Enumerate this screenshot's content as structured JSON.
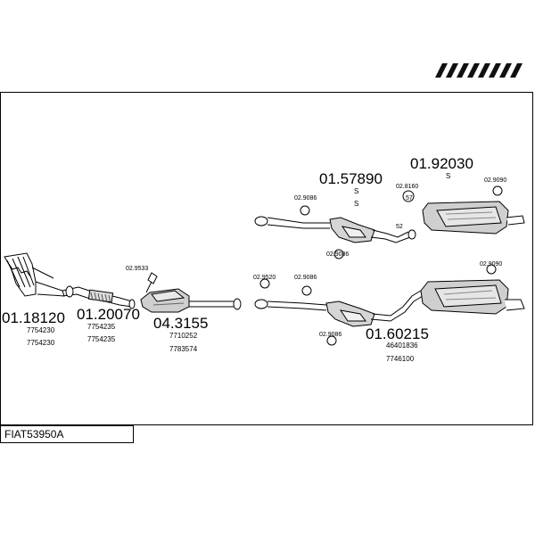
{
  "diagram_id": "FIAT53950A",
  "parts": {
    "p1": {
      "number": "01.18120",
      "refs": [
        "7754230",
        "7754230"
      ]
    },
    "p2": {
      "number": "01.20070",
      "refs": [
        "7754235",
        "7754235"
      ]
    },
    "p3": {
      "number": "04.3155",
      "refs": [
        "7710252",
        "7783574"
      ]
    },
    "p4": {
      "number": "01.57890",
      "refs": [
        "S",
        "S"
      ]
    },
    "p5": {
      "number": "01.92030",
      "refs": [
        "S"
      ]
    },
    "p6": {
      "number": "01.60215",
      "refs": [
        "46401836",
        "7746100"
      ]
    }
  },
  "small_codes": {
    "c_29533": "02.9533",
    "c_29520": "02.9520",
    "c_29086": "02.9086",
    "c_28160": "02.8160",
    "c_29090": "02.9090",
    "c_57": "57",
    "c_52": "52"
  }
}
